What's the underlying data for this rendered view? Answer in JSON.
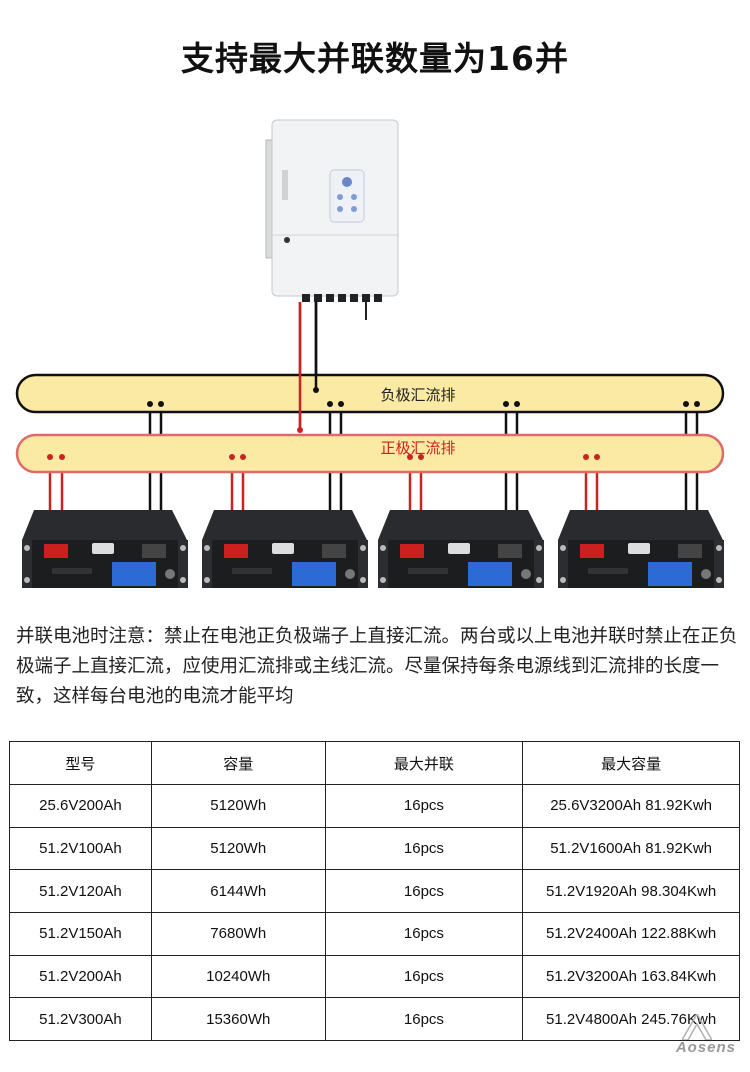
{
  "title": "支持最大并联数量为16并",
  "diagram": {
    "negative_bus_label": "负极汇流排",
    "positive_bus_label": "正极汇流排",
    "colors": {
      "bus_fill": "#fbeaa3",
      "negative_bus_stroke": "#111111",
      "positive_bus_stroke": "#e06a6a",
      "positive_label": "#d02020",
      "positive_wire": "#cc2222",
      "negative_wire": "#111111",
      "battery_body": "#1c1d1f",
      "battery_screen": "#2c6bd6"
    },
    "battery_count": 4
  },
  "note": "并联电池时注意：禁止在电池正负极端子上直接汇流。两台或以上电池并联时禁止在正负极端子上直接汇流，应使用汇流排或主线汇流。尽量保持每条电源线到汇流排的长度一致，这样每台电池的电流才能平均",
  "table": {
    "headers": [
      "型号",
      "容量",
      "最大并联",
      "最大容量"
    ],
    "rows": [
      [
        "25.6V200Ah",
        "5120Wh",
        "16pcs",
        "25.6V3200Ah 81.92Kwh"
      ],
      [
        "51.2V100Ah",
        "5120Wh",
        "16pcs",
        "51.2V1600Ah 81.92Kwh"
      ],
      [
        "51.2V120Ah",
        "6144Wh",
        "16pcs",
        "51.2V1920Ah 98.304Kwh"
      ],
      [
        "51.2V150Ah",
        "7680Wh",
        "16pcs",
        "51.2V2400Ah 122.88Kwh"
      ],
      [
        "51.2V200Ah",
        "10240Wh",
        "16pcs",
        "51.2V3200Ah 163.84Kwh"
      ],
      [
        "51.2V300Ah",
        "15360Wh",
        "16pcs",
        "51.2V4800Ah 245.76Kwh"
      ]
    ]
  },
  "watermark": "Aosens"
}
